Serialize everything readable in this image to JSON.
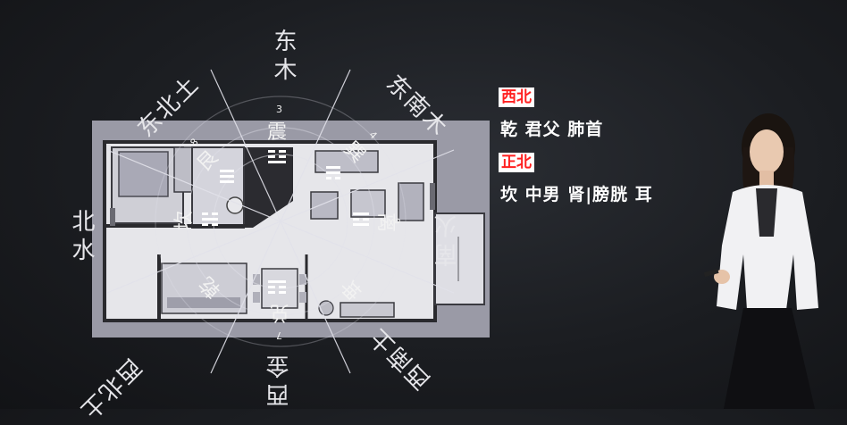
{
  "directions": {
    "east": "东木",
    "southeast": "东南木",
    "south": "南火",
    "southwest": "西南土",
    "west": "西金",
    "northwest": "西北土",
    "north": "北水",
    "northeast": "东北土"
  },
  "trigrams": {
    "zhen": "震",
    "xun": "巽",
    "li": "离",
    "kun": "坤",
    "dui": "兑",
    "qian": "乾",
    "kan": "坎",
    "gen": "艮"
  },
  "trigram_numbers": {
    "zhen": "3",
    "xun": "4",
    "li": "9",
    "dui": "7",
    "gen": "8"
  },
  "info": {
    "northwest_heading": "西北",
    "northwest_text": "乾 君父 肺首",
    "north_heading": "正北",
    "north_text": "坎 中男 肾|膀胱 耳"
  },
  "colors": {
    "heading_red": "#ff2020",
    "panel_gray": "#9a9aa6"
  }
}
